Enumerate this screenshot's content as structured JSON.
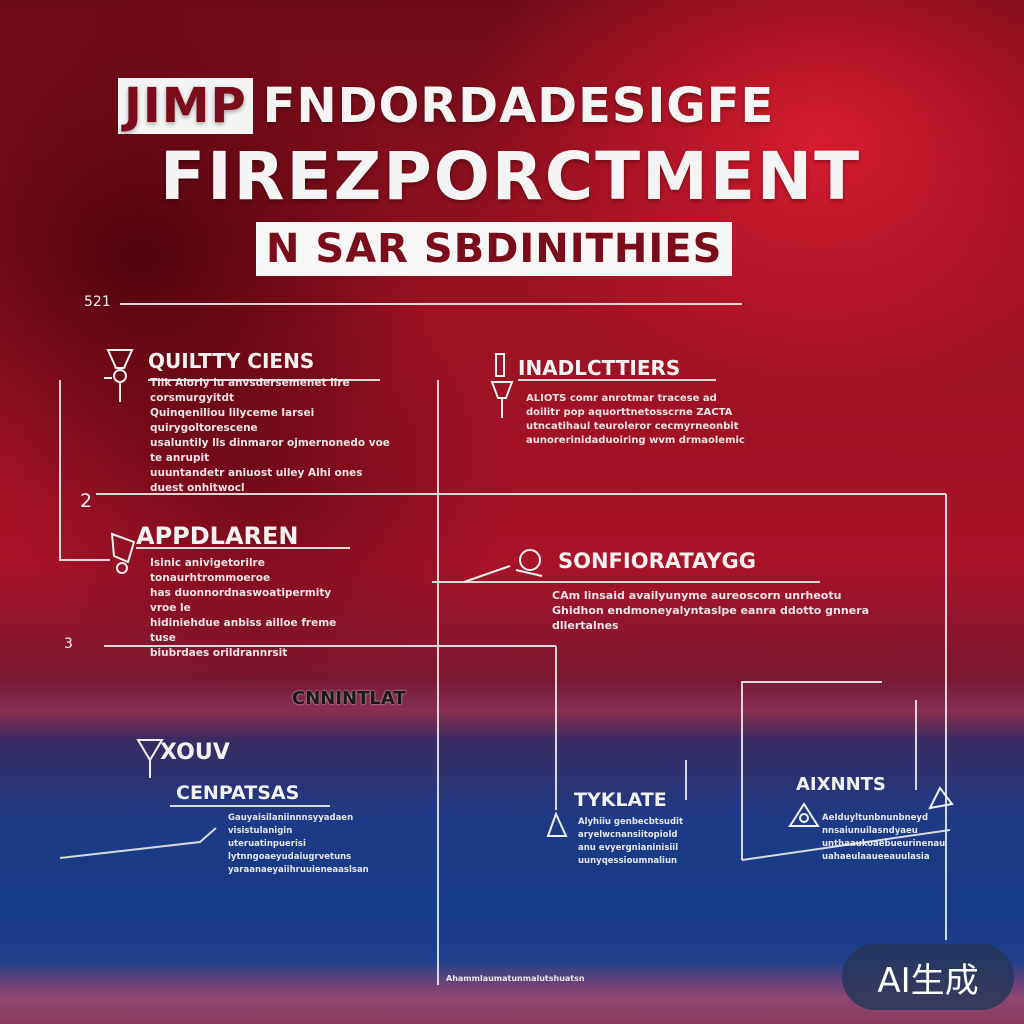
{
  "header": {
    "title_box": "JIMP",
    "title_line1": "FNDORDADESIGFE",
    "title_line2": "FIREZPORCTMENT",
    "subtitle": "N SAR SBDINITHIES"
  },
  "markers": {
    "top_left": "521",
    "left_2": "2",
    "left_3": "3"
  },
  "sections": [
    {
      "heading": "QUILTTY CIENS",
      "body": "Tiik Aioriy lu anvsdersemenet lire corsmurgyitdt\nQuinqeniliou lilyceme larsei quirygoltorescene\nusaluntily lls dinmaror ojmernonedo voe te anrupit\nuuuntandetr aniuost uiley Alhi ones\nduest  onhitwocl"
    },
    {
      "heading": "INADLCTTIERS",
      "body": "ALIOTS   comr  anrotmar   tracese ad\ndoilitr pop  aquorttnetosscrne ZACTA\nutncatihaul teuroleror cecmyrneonbit\naunorerinidaduoiring wvm drmaolemic"
    },
    {
      "heading": "APPDLAREN",
      "body": "Isinic anivigetorilre tonaurhtrommoeroe\nhas  duonnordnaswoatipermity vroe le\nhidiniehdue anbiss ailloe freme tuse\nbiubrdaes orildrannrsit"
    },
    {
      "heading": "SONFIORATAYGG",
      "body": "CAm linsaid  availyunyme aureoscorn unrheotu\nGhidhon endmoneyalyntaslpe eanra ddotto gnnera dllertalnes"
    },
    {
      "heading": "CNNINTLAT",
      "body": ""
    },
    {
      "heading": "XOUV",
      "body": ""
    },
    {
      "heading": "CENPATSAS",
      "body": "Gauyaisilaniinnnsyyadaen\nvisistulanigin uteruatinpuerisi\nlytnngoaeyudaiugrvetuns\nyaraanaeyaiihruuieneaaslsan"
    },
    {
      "heading": "TYKLATE",
      "body": "Alyhiiu genbecbtsudit\naryelwcnansiitopiold\nanu evyergnianinisiil\nuunyqessioumnaliun"
    },
    {
      "heading": "AIXNNTS",
      "body": "AeIduyltunbnunbneyd\nnnsaiunuilasndyaeu\nunthaaukoaebueurinenau\nuahaeulaaueeauulasia"
    }
  ],
  "footer": {
    "caption": "Ahammlaumatunmalutshuatsn"
  },
  "badge": {
    "label": "AI生成"
  },
  "colors": {
    "red_top": "#9a1224",
    "blue_bottom": "#1f3a86",
    "title": "#f4f4f4",
    "accent_dark": "#7a0c1c"
  }
}
